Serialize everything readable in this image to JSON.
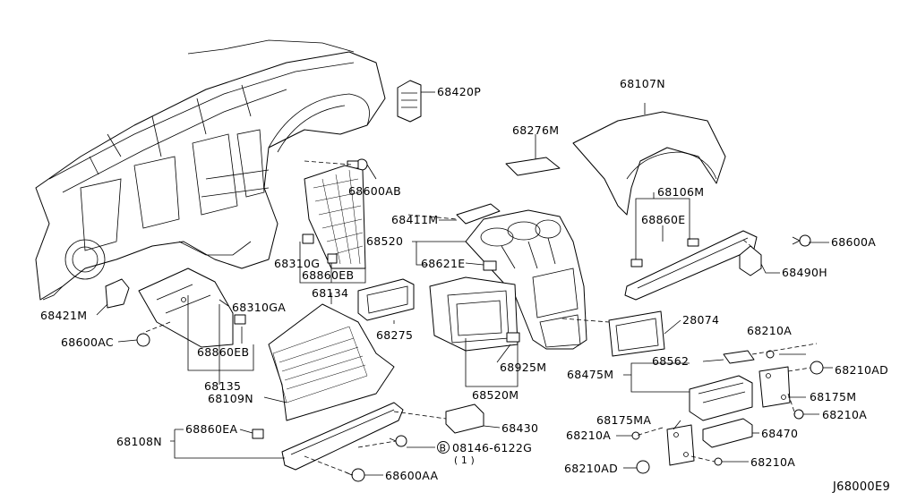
{
  "diagram_code": "J68000E9",
  "parts": [
    {
      "id": "p68420P",
      "label": "68420P"
    },
    {
      "id": "p68107N",
      "label": "68107N"
    },
    {
      "id": "p68276M",
      "label": "68276M"
    },
    {
      "id": "p68600AB",
      "label": "68600AB"
    },
    {
      "id": "p68106M",
      "label": "68106M"
    },
    {
      "id": "p68411M",
      "label": "68411M"
    },
    {
      "id": "p68860E",
      "label": "68860E"
    },
    {
      "id": "p68520",
      "label": "68520"
    },
    {
      "id": "p68600A",
      "label": "68600A"
    },
    {
      "id": "p68621E",
      "label": "68621E"
    },
    {
      "id": "p68310G",
      "label": "68310G"
    },
    {
      "id": "p68860EB_1",
      "label": "68860EB"
    },
    {
      "id": "p68490H",
      "label": "68490H"
    },
    {
      "id": "p68421M",
      "label": "68421M"
    },
    {
      "id": "p68134",
      "label": "68134"
    },
    {
      "id": "p68310GA",
      "label": "68310GA"
    },
    {
      "id": "p28074",
      "label": "28074"
    },
    {
      "id": "p68600AC",
      "label": "68600AC"
    },
    {
      "id": "p68275",
      "label": "68275"
    },
    {
      "id": "p68210A_1",
      "label": "68210A"
    },
    {
      "id": "p68860EB_2",
      "label": "68860EB"
    },
    {
      "id": "p68925M",
      "label": "68925M"
    },
    {
      "id": "p68475M",
      "label": "68475M"
    },
    {
      "id": "p68562",
      "label": "68562"
    },
    {
      "id": "p68210AD_1",
      "label": "68210AD"
    },
    {
      "id": "p68135",
      "label": "68135"
    },
    {
      "id": "p68109N",
      "label": "68109N"
    },
    {
      "id": "p68520M",
      "label": "68520M"
    },
    {
      "id": "p68175M",
      "label": "68175M"
    },
    {
      "id": "p68430",
      "label": "68430"
    },
    {
      "id": "p68210A_2",
      "label": "68210A"
    },
    {
      "id": "p68175MA",
      "label": "68175MA"
    },
    {
      "id": "p68108N",
      "label": "68108N"
    },
    {
      "id": "p68860EA",
      "label": "68860EA"
    },
    {
      "id": "p68470",
      "label": "68470"
    },
    {
      "id": "p68210A_3",
      "label": "68210A"
    },
    {
      "id": "p08146",
      "label": "08146-6122G"
    },
    {
      "id": "p08146_qty",
      "label": "( 1 )"
    },
    {
      "id": "p68600AA",
      "label": "68600AA"
    },
    {
      "id": "p68210AD_2",
      "label": "68210AD"
    },
    {
      "id": "p68210A_4",
      "label": "68210A"
    }
  ],
  "bolt_marker": "B"
}
